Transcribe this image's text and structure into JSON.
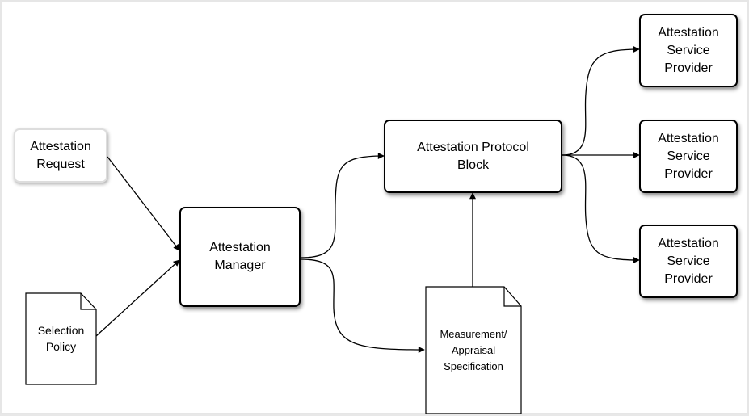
{
  "diagram": {
    "nodes": {
      "attestation_request": {
        "lines": [
          "Attestation",
          "Request"
        ]
      },
      "selection_policy": {
        "lines": [
          "Selection",
          "Policy"
        ]
      },
      "attestation_manager": {
        "lines": [
          "Attestation",
          "Manager"
        ]
      },
      "protocol_block": {
        "lines": [
          "Attestation Protocol",
          "Block"
        ]
      },
      "measurement_spec": {
        "lines": [
          "Measurement/",
          "Appraisal",
          "Specification"
        ]
      },
      "provider_1": {
        "lines": [
          "Attestation",
          "Service",
          "Provider"
        ]
      },
      "provider_2": {
        "lines": [
          "Attestation",
          "Service",
          "Provider"
        ]
      },
      "provider_3": {
        "lines": [
          "Attestation",
          "Service",
          "Provider"
        ]
      }
    },
    "colors": {
      "stroke": "#000000",
      "fill": "#ffffff",
      "background": "#ffffff"
    }
  }
}
